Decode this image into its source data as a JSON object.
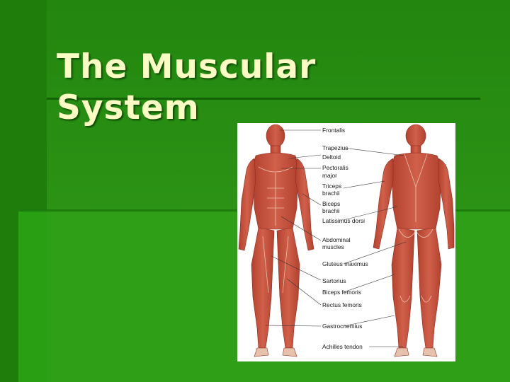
{
  "slide": {
    "title_line1": "The Muscular",
    "title_line2": "System"
  },
  "figure": {
    "labels": {
      "frontalis": "Frontalis",
      "trapezius": "Trapezius",
      "deltoid": "Deltoid",
      "pectoralis_1": "Pectoralis",
      "pectoralis_2": "major",
      "triceps_1": "Triceps",
      "triceps_2": "brachii",
      "biceps_1": "Biceps",
      "biceps_2": "brachii",
      "latissimus": "Latissimus dorsi",
      "abdominal_1": "Abdominal",
      "abdominal_2": "muscles",
      "gluteus": "Gluteus maximus",
      "sartorius": "Sartorius",
      "biceps_femoris": "Biceps femoris",
      "rectus_femoris": "Rectus femoris",
      "gastrocnemius": "Gastrocnemius",
      "achilles": "Achilles tendon"
    }
  },
  "colors": {
    "background": "#2c9416",
    "title": "#fbfbc4",
    "muscle": "#c8503c",
    "muscle_dark": "#a53a2a",
    "tendon": "#f0d8c8"
  }
}
